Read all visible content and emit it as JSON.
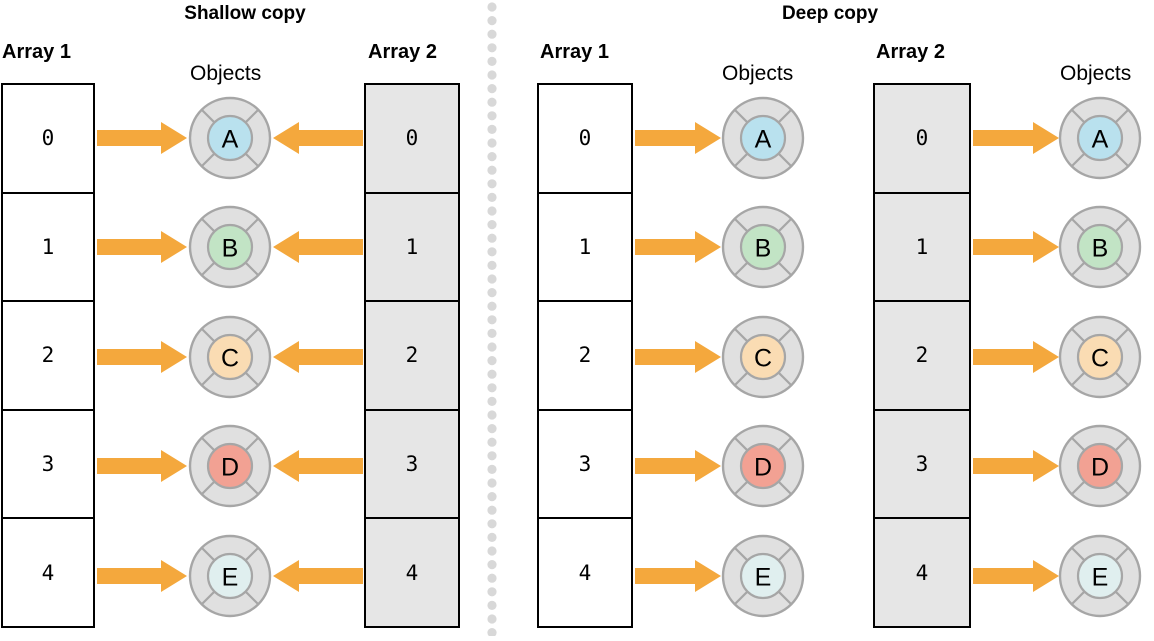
{
  "diagram": {
    "title_shallow": "Shallow copy",
    "title_deep": "Deep copy",
    "array1_label": "Array 1",
    "array2_label": "Array 2",
    "objects_label": "Objects",
    "indices": [
      "0",
      "1",
      "2",
      "3",
      "4"
    ],
    "objects": [
      {
        "letter": "A",
        "fill": "#b9e1ee"
      },
      {
        "letter": "B",
        "fill": "#c2e4c5"
      },
      {
        "letter": "C",
        "fill": "#fadcb3"
      },
      {
        "letter": "D",
        "fill": "#f2a193"
      },
      {
        "letter": "E",
        "fill": "#e0efef"
      }
    ],
    "colors": {
      "arrow": "#f4a83d",
      "array_fill_light": "#ffffff",
      "array_fill_gray": "#e6e6e6",
      "array_border": "#000000",
      "object_ring": "#e0e0e0",
      "object_outline": "#a6a6a6",
      "divider_dot": "#d8d8d8",
      "text": "#000000"
    },
    "panels": [
      {
        "name": "shallow-copy",
        "title": "Shallow copy",
        "columns": [
          {
            "name": "array-1",
            "label": "Array 1",
            "fill": "white"
          },
          {
            "name": "objects",
            "label": "Objects"
          },
          {
            "name": "array-2",
            "label": "Array 2",
            "fill": "gray"
          }
        ],
        "arrows": [
          "array1-to-objects",
          "array2-to-objects"
        ]
      },
      {
        "name": "deep-copy",
        "title": "Deep copy",
        "columns": [
          {
            "name": "array-1",
            "label": "Array 1",
            "fill": "white"
          },
          {
            "name": "objects-1",
            "label": "Objects"
          },
          {
            "name": "array-2",
            "label": "Array 2",
            "fill": "gray"
          },
          {
            "name": "objects-2",
            "label": "Objects"
          }
        ],
        "arrows": [
          "array1-to-objects1",
          "array2-to-objects2"
        ]
      }
    ]
  }
}
